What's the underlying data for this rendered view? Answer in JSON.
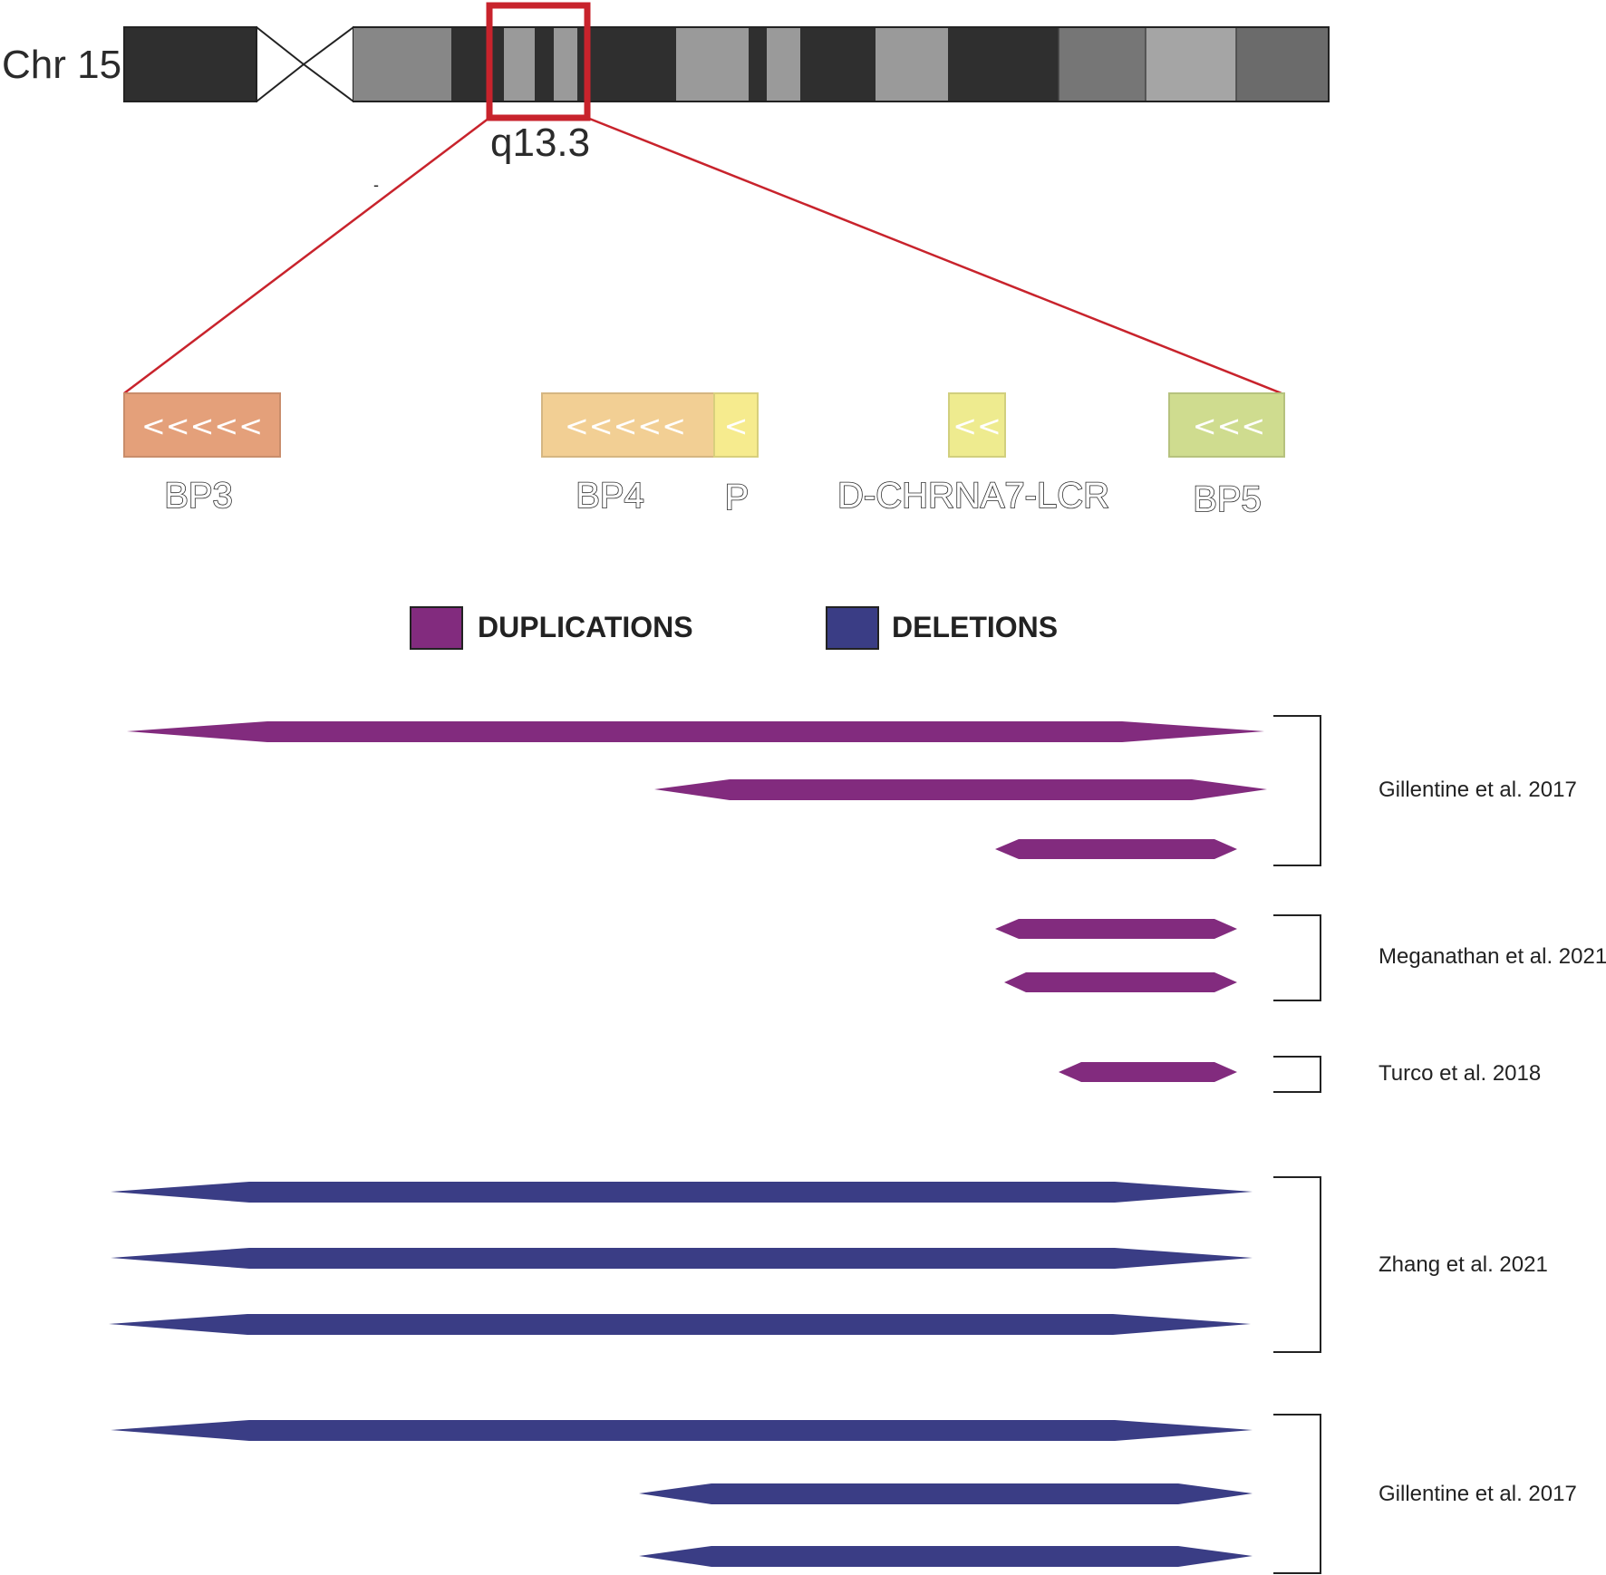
{
  "chromosome": {
    "label": "Chr 15",
    "band_label": "q13.3",
    "highlight_color": "#c8232c"
  },
  "breakpoints": [
    {
      "label": "BP3",
      "chevrons": "<<<<<",
      "color": "#e4a07a"
    },
    {
      "label": "BP4",
      "chevrons": "<<<<<",
      "color": "#f2cf94"
    },
    {
      "label": "P",
      "chevrons": "<",
      "color": "#f6eb8e"
    },
    {
      "label": "D-CHRNA7-LCR",
      "chevrons": "<<",
      "color": "#eeeb8f"
    },
    {
      "label": "BP5",
      "chevrons": "<<<",
      "color": "#cfdc8f"
    }
  ],
  "legend": {
    "duplications": {
      "label": "DUPLICATIONS",
      "color": "#822b7e"
    },
    "deletions": {
      "label": "DELETIONS",
      "color": "#3a3d85"
    }
  },
  "studies": [
    {
      "label": "Gillentine et al. 2017",
      "type": "duplications",
      "count": 3
    },
    {
      "label": "Meganathan et al. 2021",
      "type": "duplications",
      "count": 2
    },
    {
      "label": "Turco et al. 2018",
      "type": "duplications",
      "count": 1
    },
    {
      "label": "Zhang et al. 2021",
      "type": "deletions",
      "count": 3
    },
    {
      "label": "Gillentine et al. 2017",
      "type": "deletions",
      "count": 3
    }
  ]
}
